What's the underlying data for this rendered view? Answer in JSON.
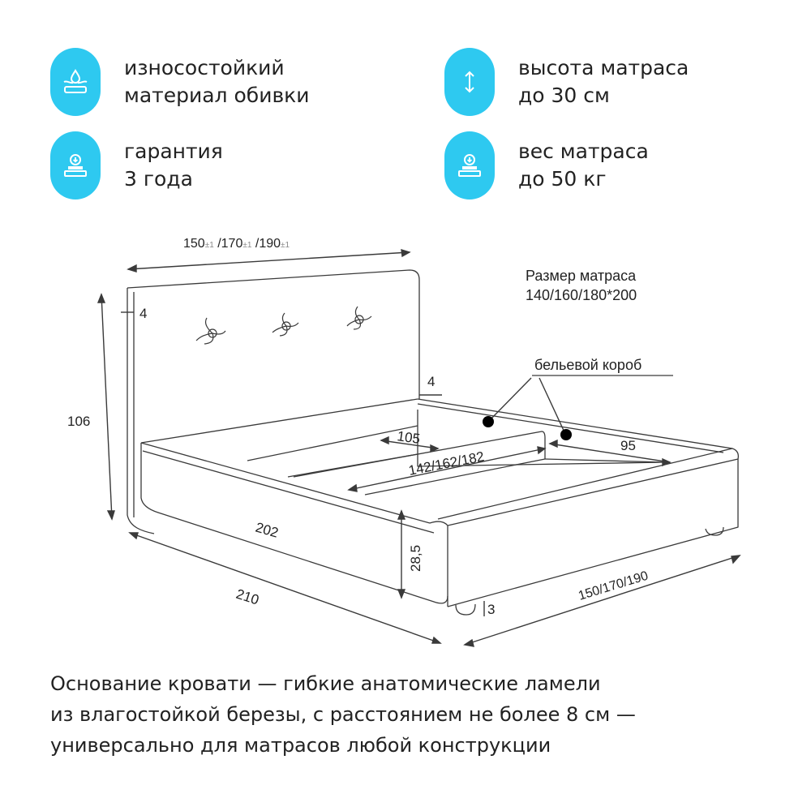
{
  "features": [
    {
      "icon": "fabric-drop-icon",
      "lines": [
        "износостойкий",
        "материал обивки"
      ]
    },
    {
      "icon": "vertical-arrows-icon",
      "lines": [
        "высота матраса",
        "до 30 см"
      ]
    },
    {
      "icon": "weight-stack-icon",
      "lines": [
        "гарантия",
        "3 года"
      ]
    },
    {
      "icon": "weight-stack-icon",
      "lines": [
        "вес матраса",
        "до 50 кг"
      ]
    }
  ],
  "diagram": {
    "width_label_a": "150",
    "width_label_tol_a": "±1",
    "width_label_b": " /170",
    "width_label_tol_b": "±1",
    "width_label_c": " /190",
    "width_label_tol_c": "±1",
    "mattress_title": "Размер матраса",
    "mattress_value": "140/160/180*200",
    "storage_box_label": "бельевой короб",
    "headboard_thickness": "4",
    "rail_thickness": "4",
    "height_total": "106",
    "inner_half_width": "105",
    "inner_width": "142/162/182",
    "inner_side_length": "95",
    "inner_length": "202",
    "outer_length": "210",
    "side_height": "28,5",
    "leg_height": "3",
    "foot_width": "150/170/190"
  },
  "bottom": {
    "lines": [
      "Основание кровати — гибкие анатомические ламели",
      "из влагостойкой березы, с расстоянием не более 8 см —",
      "универсально для матрасов любой конструкции"
    ]
  },
  "colors": {
    "accent": "#2ec9f0",
    "line": "#3a3a3a",
    "text": "#222222"
  }
}
